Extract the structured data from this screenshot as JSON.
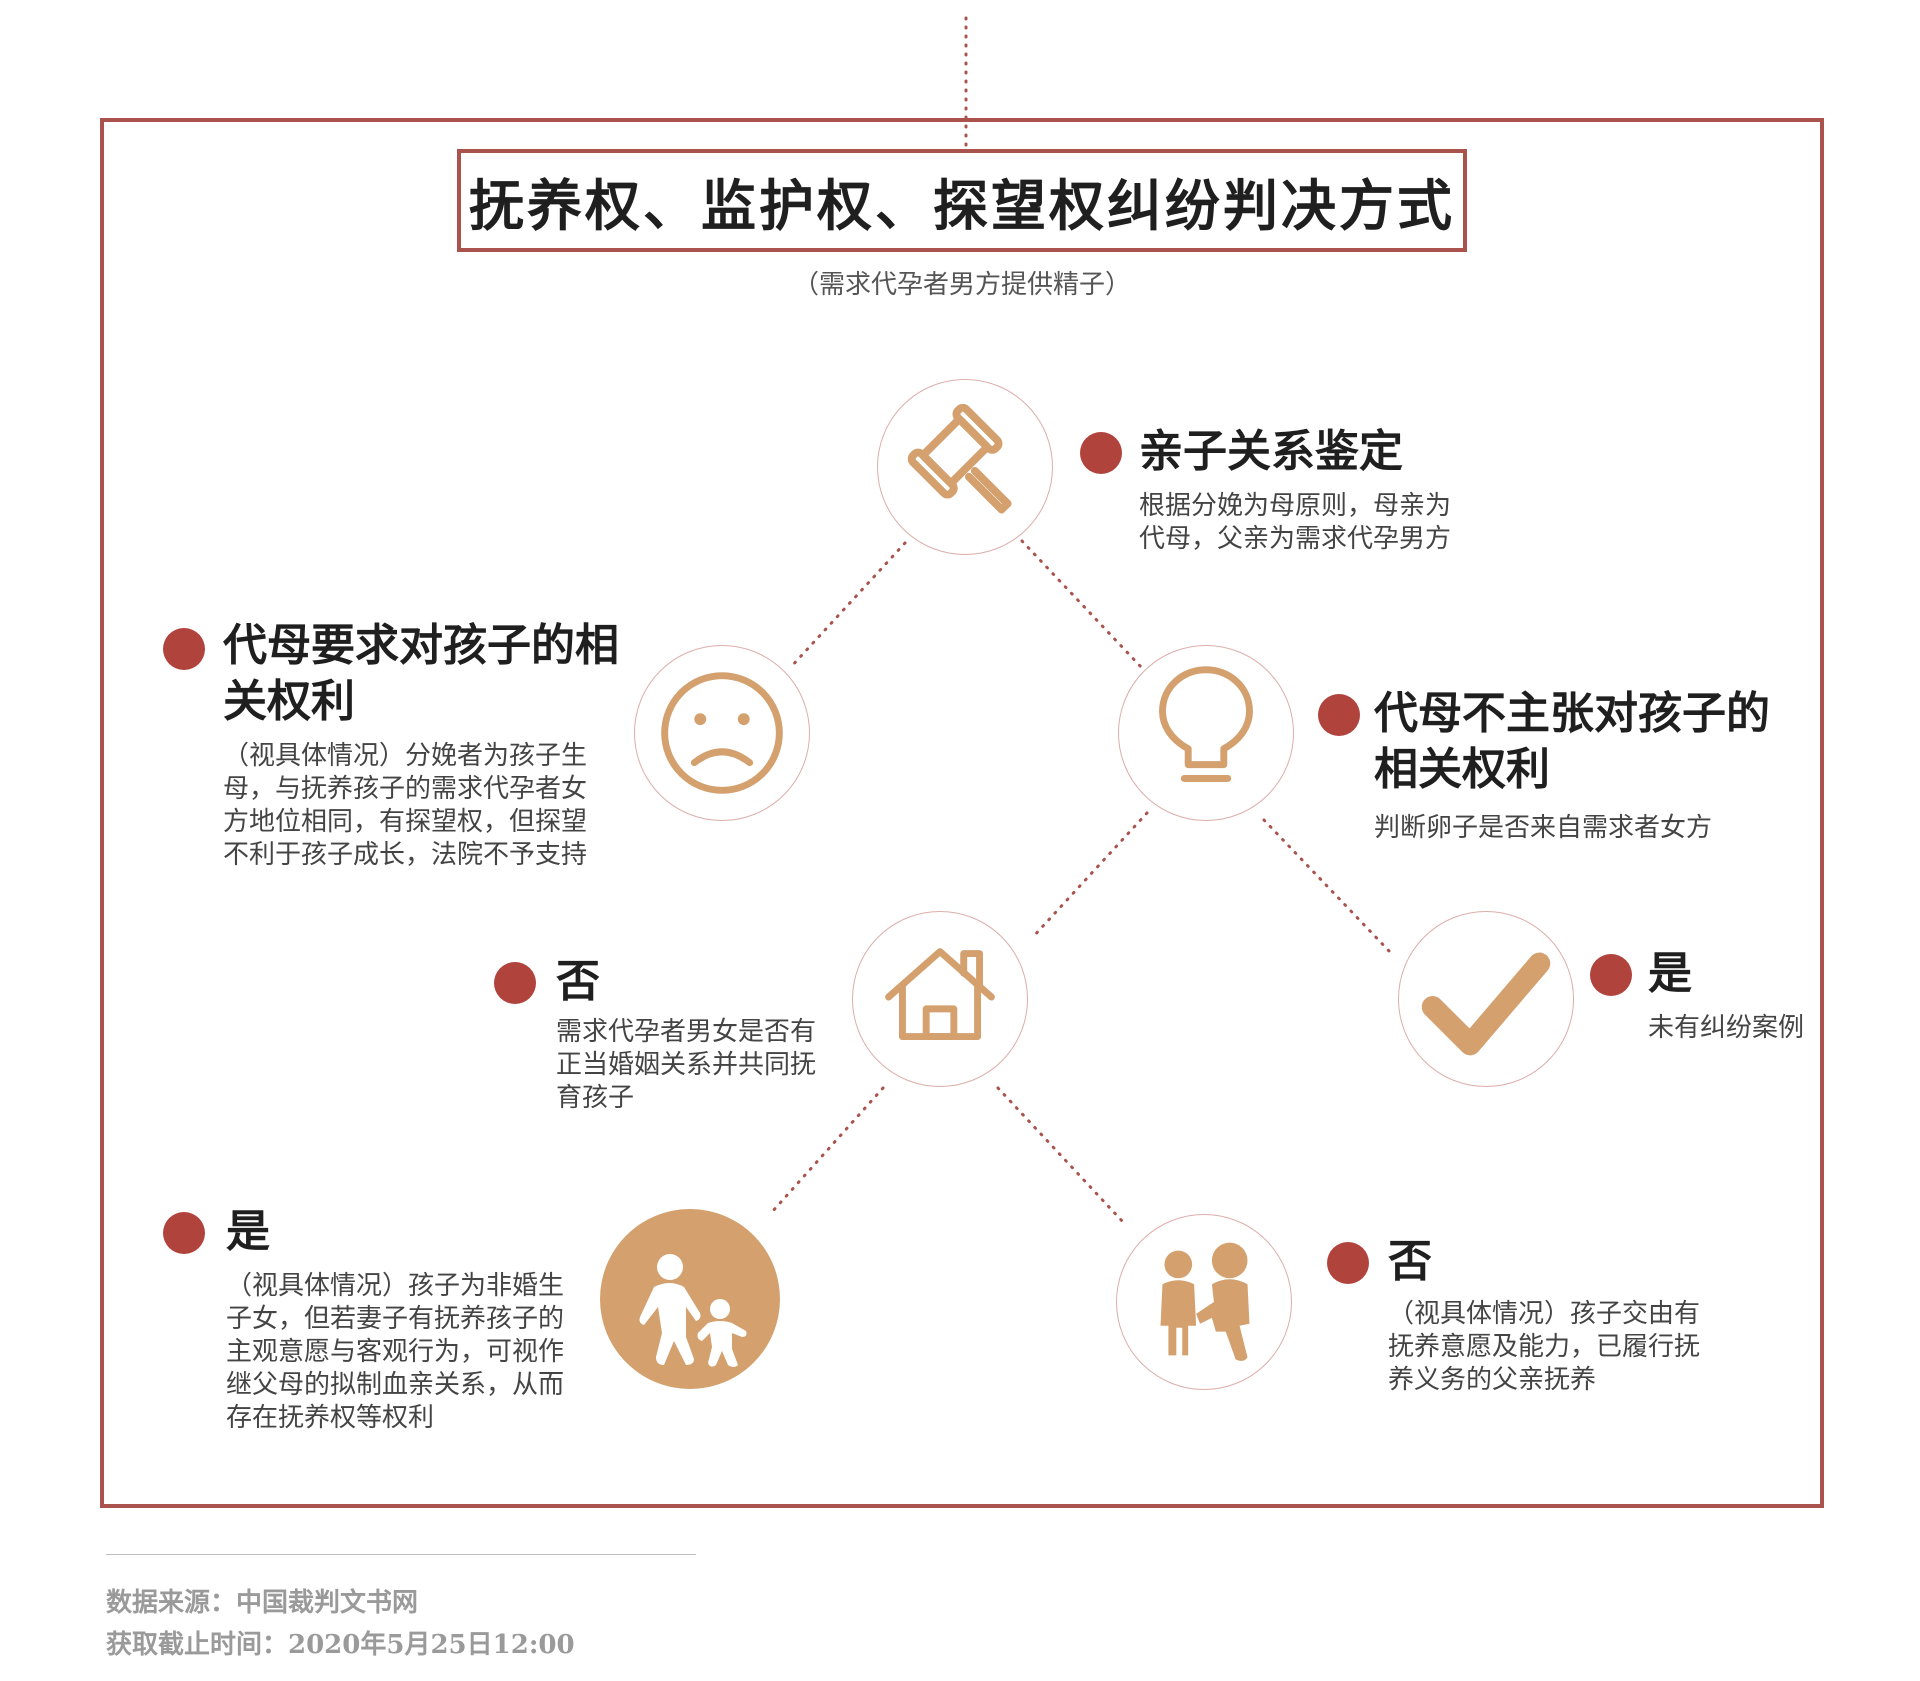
{
  "title": "抚养权、监护权、探望权纠纷判决方式",
  "subtitle": "（需求代孕者男方提供精子）",
  "colors": {
    "accent": "#a9534c",
    "bullet": "#b1433d",
    "icon": "#d3a06e",
    "ring": "#dcaeaa"
  },
  "nodes": {
    "paternity": {
      "icon": "gavel-icon",
      "heading": "亲子关系鉴定",
      "body": "根据分娩为母原则，母亲为代母，父亲为需求代孕男方"
    },
    "surrogate_claims": {
      "icon": "sad-face-icon",
      "heading": "代母要求对孩子的相关权利",
      "body": "（视具体情况）分娩者为孩子生母，与抚养孩子的需求代孕者女方地位相同，有探望权，但探望不利于孩子成长，法院不予支持"
    },
    "surrogate_no_claim": {
      "icon": "lightbulb-icon",
      "heading": "代母不主张对孩子的相关权利",
      "body": "判断卵子是否来自需求者女方"
    },
    "egg_yes": {
      "icon": "checkmark-icon",
      "heading": "是",
      "body": "未有纠纷案例"
    },
    "egg_no": {
      "icon": "house-icon",
      "heading": "否",
      "body": "需求代孕者男女是否有正当婚姻关系并共同抚育孩子"
    },
    "married_yes": {
      "icon": "parent-child-icon",
      "heading": "是",
      "body": "（视具体情况）孩子为非婚生子女，但若妻子有抚养孩子的主观意愿与客观行为，可视作继父母的拟制血亲关系，从而存在抚养权等权利"
    },
    "married_no": {
      "icon": "family-icon",
      "heading": "否",
      "body": "（视具体情况）孩子交由有抚养意愿及能力，已履行抚养义务的父亲抚养"
    }
  },
  "source": "数据来源：中国裁判文书网",
  "retrieved": "获取截止时间：2020年5月25日12:00"
}
